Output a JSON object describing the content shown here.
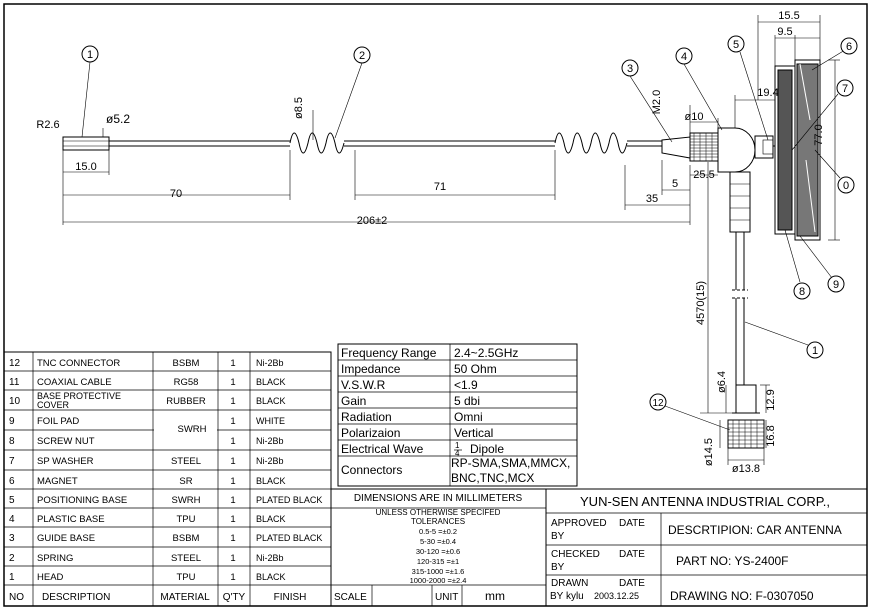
{
  "dims": {
    "d15_5": "15.5",
    "d9_5": "9.5",
    "d19_4": "19.4",
    "d77_0": "77.0",
    "d25_5": "25.5",
    "d5": "5",
    "d35": "35",
    "d206": "206±2",
    "d70": "70",
    "d71": "71",
    "d15_0": "15.0",
    "r2_6": "R2.6",
    "phi5_2": "ø5.2",
    "phi8_5": "ø8.5",
    "m2_0": "M2.0",
    "phi10": "ø10",
    "d4570": "4570(15)",
    "phi6_4": "ø6.4",
    "d12_9": "12.9",
    "d16_8": "16.8",
    "phi14_5": "ø14.5",
    "phi13_8": "ø13.8"
  },
  "balloons": [
    "1",
    "2",
    "3",
    "4",
    "5",
    "6",
    "7",
    "0",
    "9",
    "8",
    "1",
    "12"
  ],
  "bom": [
    {
      "no": "12",
      "desc": "TNC CONNECTOR",
      "mat": "BSBM",
      "qty": "1",
      "fin": "Ni-2Bb"
    },
    {
      "no": "11",
      "desc": "COAXIAL CABLE",
      "mat": "RG58",
      "qty": "1",
      "fin": "BLACK"
    },
    {
      "no": "10",
      "desc": "BASE PROTECTIVE COVER",
      "mat": "RUBBER",
      "qty": "1",
      "fin": "BLACK"
    },
    {
      "no": "9",
      "desc": "FOIL PAD",
      "mat": "",
      "qty": "1",
      "fin": "WHITE"
    },
    {
      "no": "8",
      "desc": "SCREW NUT",
      "mat": "",
      "qty": "1",
      "fin": "Ni-2Bb"
    },
    {
      "no": "7",
      "desc": "SP WASHER",
      "mat": "STEEL",
      "qty": "1",
      "fin": "Ni-2Bb"
    },
    {
      "no": "6",
      "desc": "MAGNET",
      "mat": "SR",
      "qty": "1",
      "fin": "BLACK"
    },
    {
      "no": "5",
      "desc": "POSITIONING BASE",
      "mat": "SWRH",
      "qty": "1",
      "fin": "PLATED BLACK"
    },
    {
      "no": "4",
      "desc": "PLASTIC BASE",
      "mat": "TPU",
      "qty": "1",
      "fin": "BLACK"
    },
    {
      "no": "3",
      "desc": "GUIDE BASE",
      "mat": "BSBM",
      "qty": "1",
      "fin": "PLATED BLACK"
    },
    {
      "no": "2",
      "desc": "SPRING",
      "mat": "STEEL",
      "qty": "1",
      "fin": "Ni-2Bb"
    },
    {
      "no": "1",
      "desc": "HEAD",
      "mat": "TPU",
      "qty": "1",
      "fin": "BLACK"
    }
  ],
  "bom_swrh_merged": "SWRH",
  "bom_header": {
    "no": "NO",
    "desc": "DESCRIPTION",
    "mat": "MATERIAL",
    "qty": "Q'TY",
    "fin": "FINISH"
  },
  "specs": [
    {
      "k": "Frequency Range",
      "v": "2.4~2.5GHz"
    },
    {
      "k": "Impedance",
      "v": "50 Ohm"
    },
    {
      "k": "V.S.W.R",
      "v": "<1.9"
    },
    {
      "k": "Gain",
      "v": "5 dbi"
    },
    {
      "k": "Radiation",
      "v": "Omni"
    },
    {
      "k": "Polarizaion",
      "v": "Vertical"
    },
    {
      "k": "Electrical Wave",
      "v": "Dipole"
    }
  ],
  "spec_wave_fraction": {
    "num": "1",
    "den": "4"
  },
  "connectors": {
    "k": "Connectors",
    "v1": "RP-SMA,SMA,MMCX,",
    "v2": "BNC,TNC,MCX"
  },
  "tolerance": {
    "title": "DIMENSIONS ARE IN MILLIMETERS",
    "l1": "UNLESS OTHERWISE SPECIFED",
    "l2": "TOLERANCES",
    "rows": [
      "0.5-5 =±0.2",
      "5-30 =±0.4",
      "30-120 =±0.6",
      "120-315 =±1",
      "315-1000 =±1.6",
      "1000-2000 =±2.4"
    ]
  },
  "title_block": {
    "company": "YUN-SEN ANTENNA INDUSTRIAL CORP.,",
    "approved": "APPROVED",
    "checked": "CHECKED",
    "drawn": "DRAWN",
    "by": "BY",
    "date": "DATE",
    "drawn_by": "BY kylu",
    "drawn_date": "2003.12.25",
    "description": "DESCRTIPION: CAR ANTENNA",
    "part": "PART NO:  YS-2400F",
    "drawing": "DRAWING NO:  F-0307050",
    "scale": "SCALE",
    "unit": "UNIT",
    "unit_value": "mm"
  }
}
